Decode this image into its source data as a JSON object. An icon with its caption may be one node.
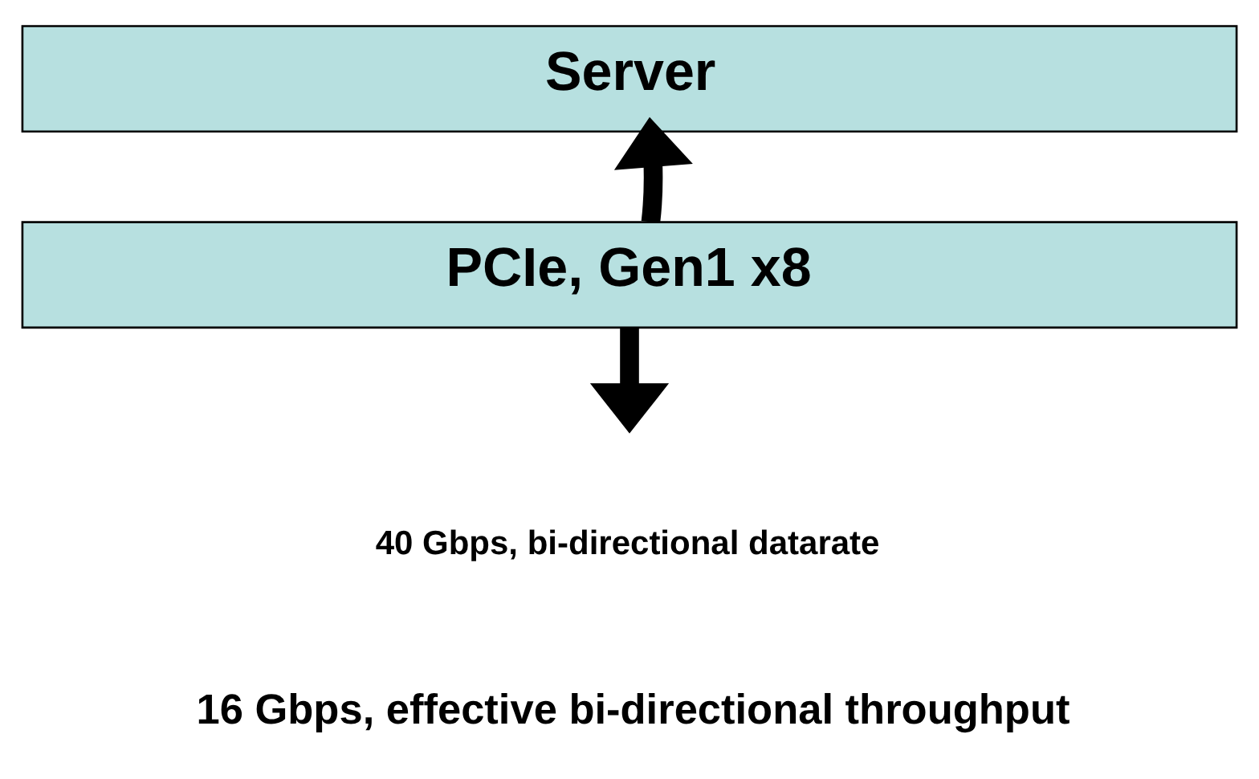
{
  "diagram": {
    "nodes": [
      {
        "text": [
          "Server"
        ]
      },
      {
        "text": [
          "PCIe, Gen1 x8"
        ]
      }
    ],
    "edges": [
      {
        "from": 1,
        "to": 0,
        "arrow": "to"
      },
      {
        "from": 1,
        "to": null,
        "arrow": "to"
      }
    ],
    "labels": [
      "40 Gbps, bi-directional datarate",
      "16 Gbps, effective bi-directional throughput"
    ]
  }
}
